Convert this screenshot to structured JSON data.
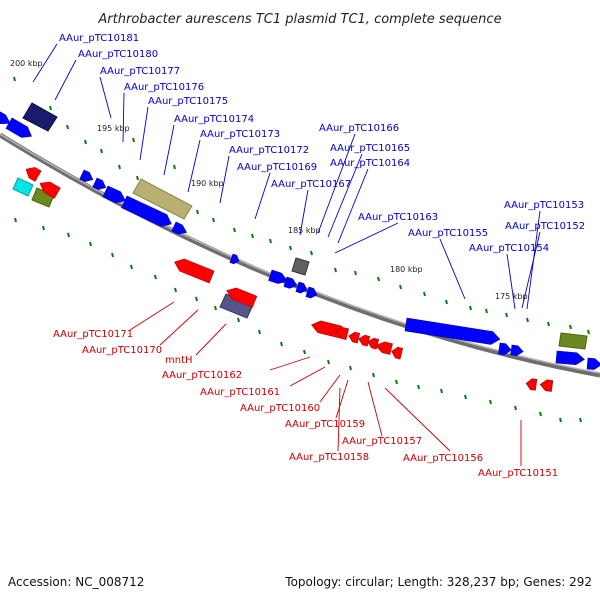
{
  "title": "Arthrobacter aurescens TC1 plasmid TC1, complete sequence",
  "footer": {
    "accession": "Accession: NC_008712",
    "topology": "Topology: circular; Length: 328,237 bp; Genes: 292"
  },
  "colors": {
    "forward_gene": "#0000ff",
    "reverse_gene": "#ff0000",
    "forward_label": "#0000cc",
    "reverse_label": "#cc0000",
    "backbone": "#8c8c8c",
    "tick": "#0a7a0a",
    "olive_feature": "#b8b070",
    "green_feature": "#6a8a20",
    "cyan_feature": "#00e5e5",
    "navy_feature": "#1a1a6e",
    "slate_feature": "#55558a",
    "grey_feature": "#606060"
  },
  "ticks": [
    {
      "label": "200 kbp"
    },
    {
      "label": "195 kbp"
    },
    {
      "label": "190 kbp"
    },
    {
      "label": "185 kbp"
    },
    {
      "label": "180 kbp"
    },
    {
      "label": "175 kbp"
    }
  ],
  "forward_labels": [
    "AAur_pTC10181",
    "AAur_pTC10180",
    "AAur_pTC10177",
    "AAur_pTC10176",
    "AAur_pTC10175",
    "AAur_pTC10174",
    "AAur_pTC10173",
    "AAur_pTC10172",
    "AAur_pTC10169",
    "AAur_pTC10166",
    "AAur_pTC10165",
    "AAur_pTC10164",
    "AAur_pTC10167",
    "AAur_pTC10163",
    "AAur_pTC10155",
    "AAur_pTC10153",
    "AAur_pTC10152",
    "AAur_pTC10154"
  ],
  "reverse_labels": [
    "AAur_pTC10171",
    "AAur_pTC10170",
    "mntH",
    "AAur_pTC10162",
    "AAur_pTC10161",
    "AAur_pTC10160",
    "AAur_pTC10159",
    "AAur_pTC10157",
    "AAur_pTC10158",
    "AAur_pTC10156",
    "AAur_pTC10151"
  ]
}
